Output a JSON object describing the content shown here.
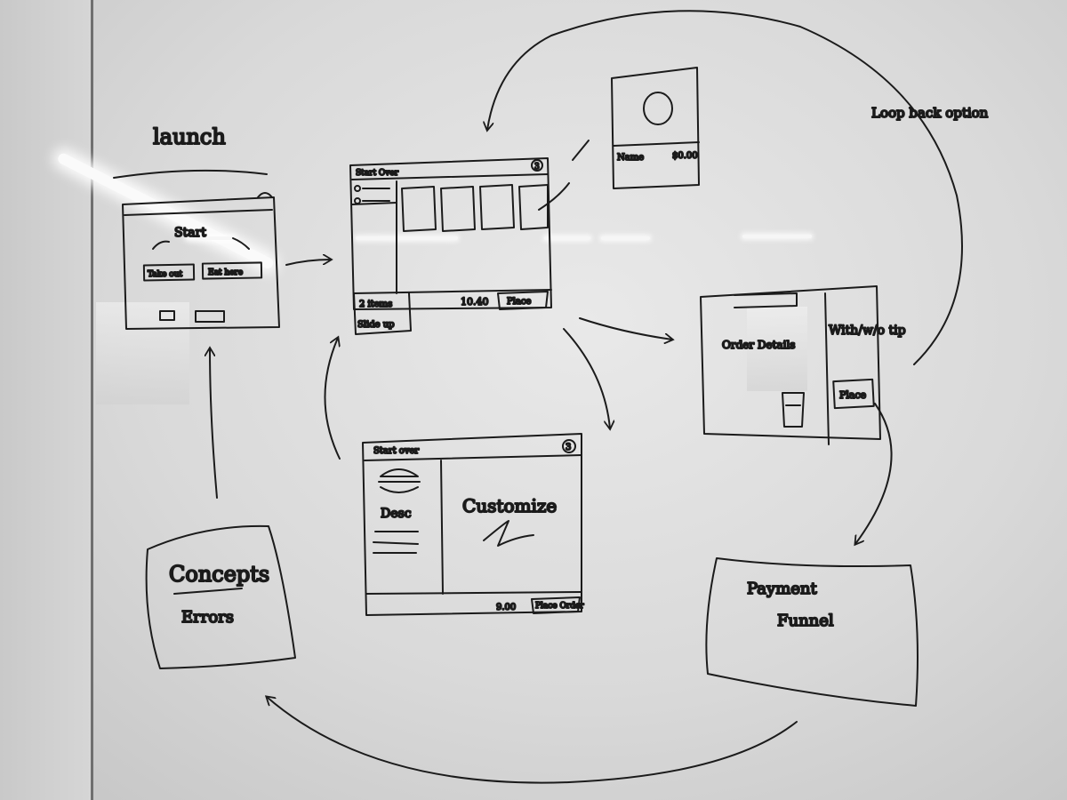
{
  "launch": {
    "title": "launch",
    "screen_title": "Start",
    "btn_left": "Take out",
    "btn_right": "Eat here"
  },
  "store": {
    "header": "Start Over",
    "badge": "3",
    "items_label": "2 items",
    "total": "10.40",
    "place_btn": "Place",
    "slide_note": "Slide up"
  },
  "product": {
    "name": "Name",
    "price": "$0.00"
  },
  "loop_note": "Loop back option",
  "checkout": {
    "heading": "Order Details",
    "tip_note": "With/w/o tip",
    "place_btn": "Place"
  },
  "customize": {
    "header": "Start over",
    "badge": "3",
    "item": "Desc",
    "main_label": "Customize",
    "footer_price": "9.00",
    "footer_btn": "Place Order"
  },
  "concepts": {
    "line1": "Concepts",
    "line2": "Errors"
  },
  "payment": {
    "line1": "Payment",
    "line2": "Funnel"
  },
  "style": {
    "ink": "#1b1b1b",
    "board": "#dedede"
  }
}
